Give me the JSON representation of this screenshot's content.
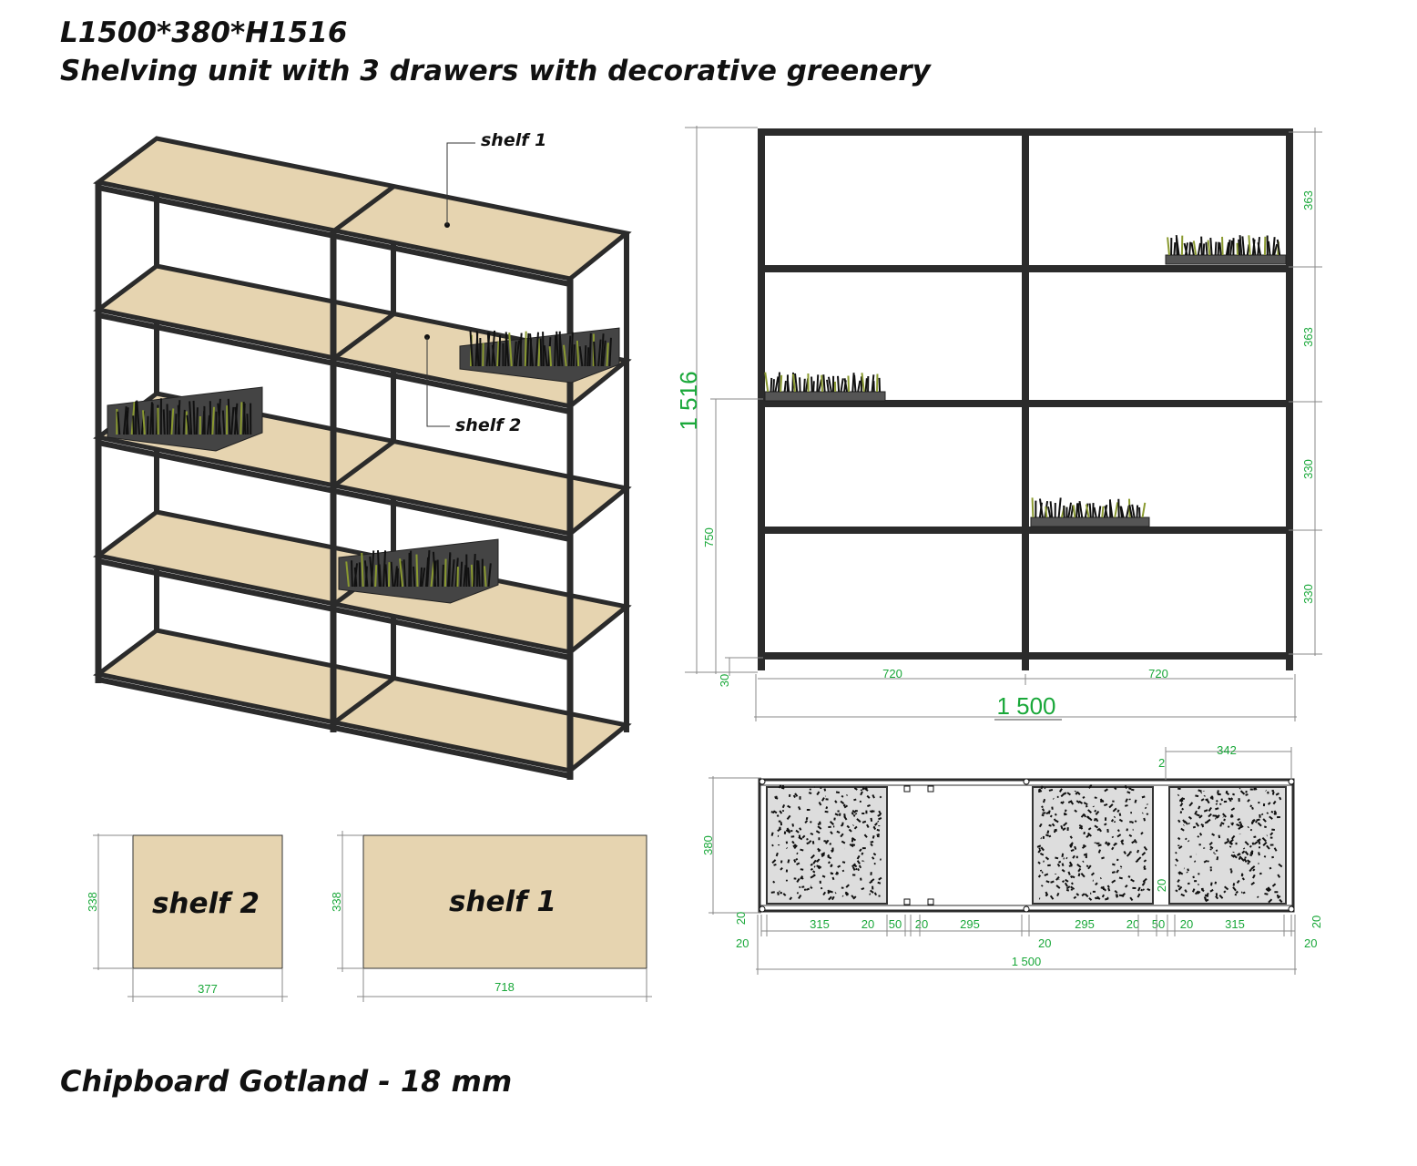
{
  "header": {
    "dimensions": "L1500*380*H1516",
    "title": "Shelving unit with 3 drawers with decorative greenery"
  },
  "footer": {
    "material": "Chipboard Gotland - 18 mm"
  },
  "perspective_view": {
    "callout_shelf1": "shelf 1",
    "callout_shelf2": "shelf 2"
  },
  "front_view": {
    "height_total": "1 516",
    "height_to_mid": "750",
    "foot_height": "30",
    "bay_widths": [
      "720",
      "720"
    ],
    "width_total": "1 500",
    "spacings": [
      "363",
      "363",
      "330",
      "330"
    ]
  },
  "plan_view": {
    "depth": "380",
    "top_right_gap": "2",
    "top_right_width": "342",
    "bottom_dims": [
      "315",
      "20",
      "50",
      "20",
      "295",
      "295",
      "20",
      "50",
      "20",
      "315"
    ],
    "side_dims": [
      "20",
      "20",
      "20",
      "20",
      "20",
      "20"
    ],
    "inner_dim": "20",
    "width_total": "1 500"
  },
  "shelf_details": [
    {
      "name": "shelf 2",
      "depth": "338",
      "width": "377"
    },
    {
      "name": "shelf 1",
      "depth": "338",
      "width": "718"
    }
  ],
  "colors": {
    "board": "#e6d4b0",
    "frame": "#2b2b2b",
    "dimension": "#1aa83a"
  }
}
